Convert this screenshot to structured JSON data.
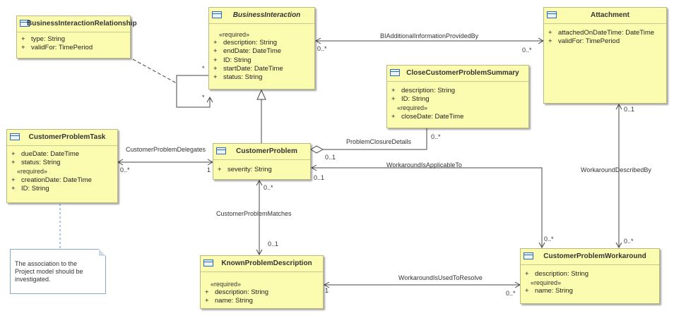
{
  "classes": {
    "business_interaction_relationship": {
      "name": "BusinessInteractionRelationship",
      "attributes": [
        {
          "vis": "+",
          "text": "type: String"
        },
        {
          "vis": "+",
          "text": "validFor: TimePeriod"
        }
      ]
    },
    "business_interaction": {
      "name": "BusinessInteraction",
      "stereotype": "«required»",
      "attributes": [
        {
          "vis": "+",
          "text": "description: String"
        },
        {
          "vis": "+",
          "text": "endDate: DateTime"
        },
        {
          "vis": "+",
          "text": "ID: String"
        },
        {
          "vis": "+",
          "text": "startDate: DateTime"
        },
        {
          "vis": "+",
          "text": "status: String"
        }
      ]
    },
    "attachment": {
      "name": "Attachment",
      "attributes": [
        {
          "vis": "+",
          "text": "attachedOnDateTime: DateTime"
        },
        {
          "vis": "+",
          "text": "validFor: TimePeriod"
        }
      ]
    },
    "close_customer_problem_summary": {
      "name": "CloseCustomerProblemSummary",
      "attributes": [
        {
          "vis": "+",
          "text": "description: String"
        },
        {
          "vis": "+",
          "text": "ID: String"
        }
      ],
      "stereotype": "«required»",
      "required_attributes": [
        {
          "vis": "+",
          "text": "closeDate: DateTime"
        }
      ]
    },
    "customer_problem_task": {
      "name": "CustomerProblemTask",
      "attributes": [
        {
          "vis": "+",
          "text": "dueDate: DateTime"
        },
        {
          "vis": "+",
          "text": "status: String"
        }
      ],
      "stereotype": "«required»",
      "required_attributes": [
        {
          "vis": "+",
          "text": "creationDate: DateTime"
        },
        {
          "vis": "+",
          "text": "ID: String"
        }
      ]
    },
    "customer_problem": {
      "name": "CustomerProblem",
      "attributes": [
        {
          "vis": "+",
          "text": "severity: String"
        }
      ]
    },
    "known_problem_description": {
      "name": "KnownProblemDescription",
      "stereotype": "«required»",
      "attributes": [
        {
          "vis": "+",
          "text": "description: String"
        },
        {
          "vis": "+",
          "text": "name: String"
        }
      ]
    },
    "customer_problem_workaround": {
      "name": "CustomerProblemWorkaround",
      "attributes": [
        {
          "vis": "+",
          "text": "description: String"
        }
      ],
      "stereotype": "«required»",
      "required_attributes": [
        {
          "vis": "+",
          "text": "name: String"
        }
      ]
    }
  },
  "note": {
    "text": "The association to the\nProject model should be\ninvestigated."
  },
  "associations": {
    "bi_additional_info": {
      "label": "BIAdditionalInformationProvidedBy",
      "src_mult": "0..*",
      "dst_mult": "0..*"
    },
    "self_assoc": {
      "mult_top": "*",
      "mult_bottom": "*"
    },
    "problem_closure": {
      "label": "ProblemClosureDetails",
      "src_mult": "0..1",
      "dst_mult": "0..*"
    },
    "delegates": {
      "label": "CustomerProblemDelegates",
      "src_mult": "0..*",
      "dst_mult": "1"
    },
    "workaround_applicable": {
      "label": "WorkaroundIsApplicableTo",
      "src_mult": "0..1",
      "dst_mult": "0..*"
    },
    "matches": {
      "label": "CustomerProblemMatches",
      "src_mult": "0..*",
      "dst_mult": "0..1"
    },
    "workaround_described": {
      "label": "WorkaroundDescribedBy",
      "src_mult": "0..1",
      "dst_mult": "0..*"
    },
    "workaround_resolve": {
      "label": "WorkaroundIsUsedToResolve",
      "src_mult": "1",
      "dst_mult": "0..*"
    }
  }
}
